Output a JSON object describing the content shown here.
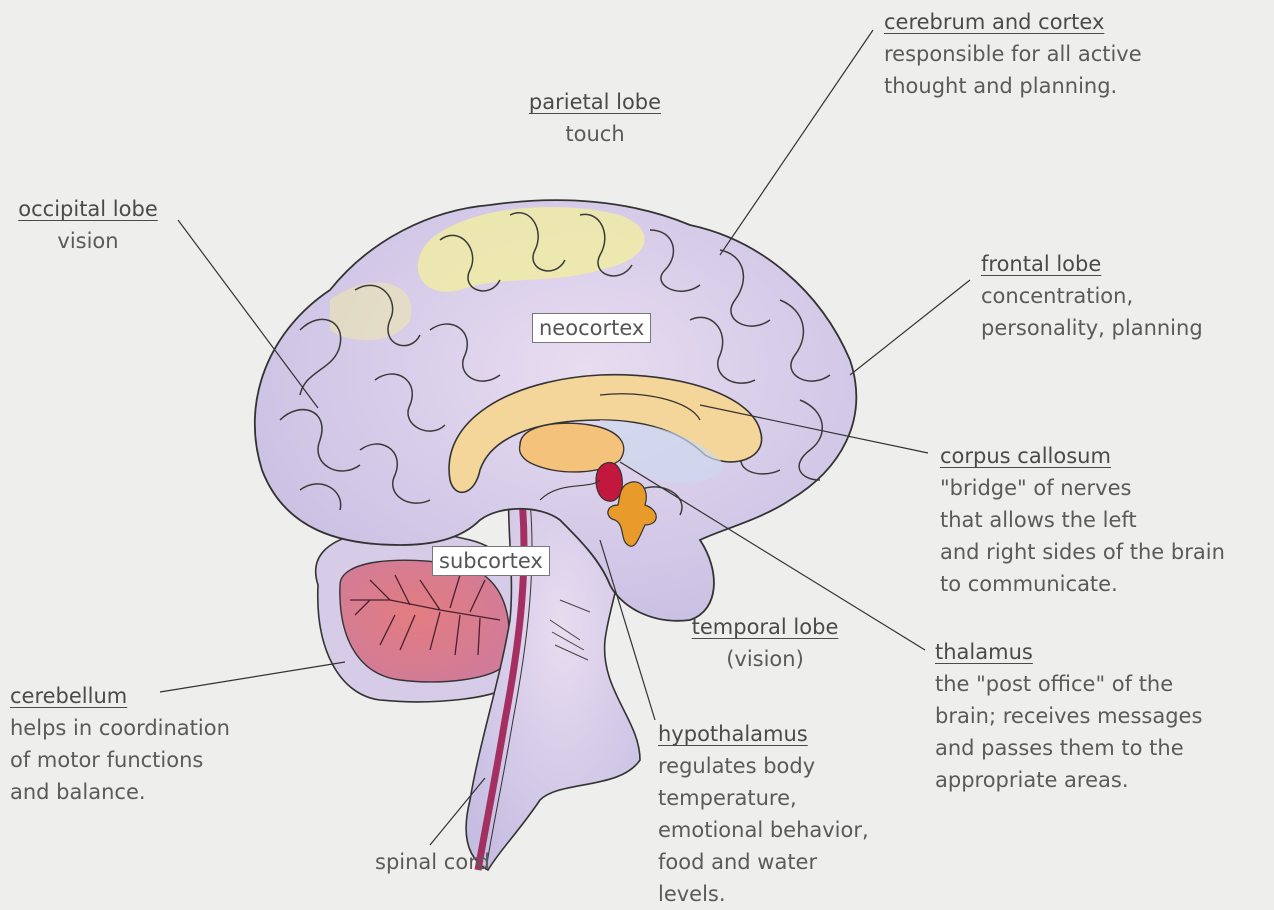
{
  "labels": {
    "cerebrum": {
      "title": "cerebrum and cortex ",
      "desc": "responsible for all active\nthought and planning."
    },
    "parietal": {
      "title": "parietal lobe",
      "desc": "touch"
    },
    "occipital": {
      "title": "occipital lobe",
      "desc": "vision"
    },
    "frontal": {
      "title": "frontal lobe",
      "desc": "concentration,\npersonality, planning"
    },
    "corpus": {
      "title": "corpus callosum",
      "desc": "\"bridge\" of nerves\nthat allows the left\nand right sides of the brain\nto communicate."
    },
    "thalamus": {
      "title": "thalamus",
      "desc": "the \"post office\" of the\nbrain; receives messages\nand passes them to the\nappropriate areas."
    },
    "temporal": {
      "title": "temporal lobe",
      "desc": "(vision)"
    },
    "cerebellum": {
      "title": "cerebellum",
      "desc": "helps in coordination\nof motor functions\nand balance."
    },
    "hypothalamus": {
      "title": "hypothalamus",
      "desc": "regulates body\ntemperature,\nemotional behavior,\nfood and water\nlevels."
    },
    "spinal": {
      "title": "spinal cord"
    }
  },
  "boxes": {
    "neocortex": "neocortex",
    "subcortex": "subcortex"
  },
  "colors": {
    "cortex": "#cfc8e6",
    "gyri_highlight": "#f3ef9c",
    "cerebellum": "#d97a7f",
    "corpus_callosum": "#f4d59a",
    "thalamus": "#c2183d",
    "hypothalamus": "#e89a2a",
    "brainstem": "#d9d2ea",
    "outline": "#333333"
  }
}
